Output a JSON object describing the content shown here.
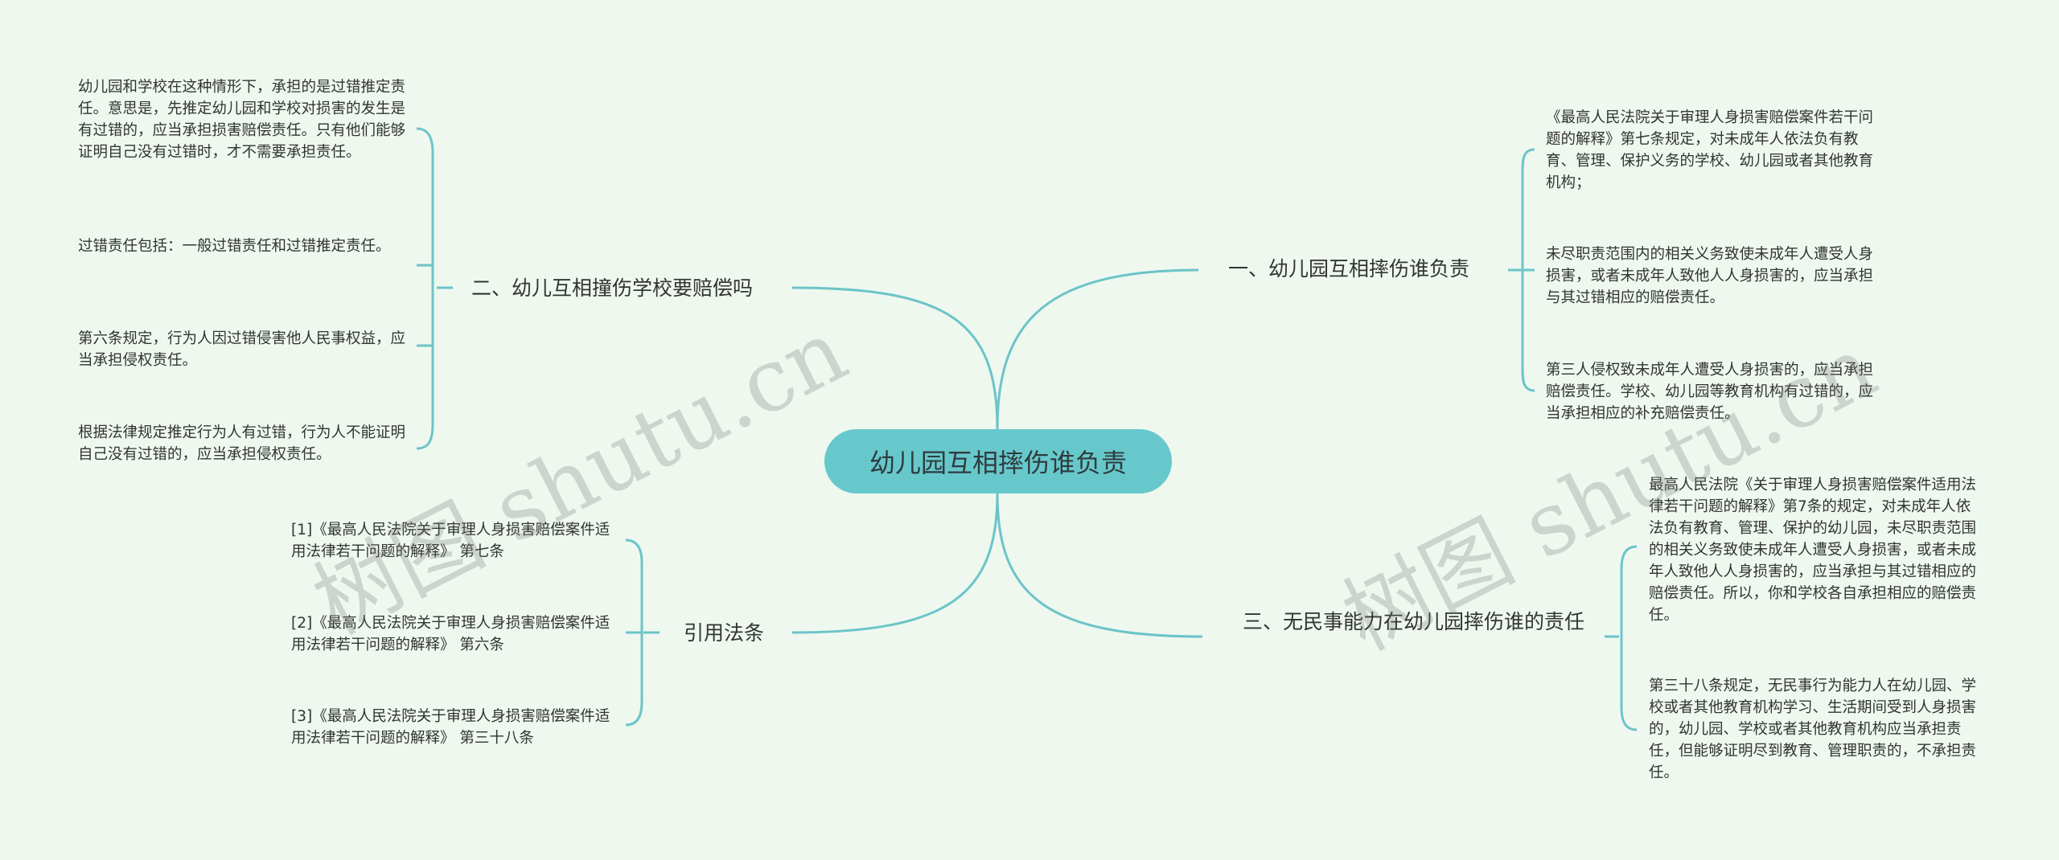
{
  "root": {
    "label": "幼儿园互相摔伤谁负责"
  },
  "branches": [
    {
      "label": "一、幼儿园互相摔伤谁负责",
      "leaves": [
        "《最高人民法院关于审理人身损害赔偿案件若干问题的解释》第七条规定，对未成年人依法负有教育、管理、保护义务的学校、幼儿园或者其他教育机构；",
        "未尽职责范围内的相关义务致使未成年人遭受人身损害，或者未成年人致他人人身损害的，应当承担与其过错相应的赔偿责任。",
        "第三人侵权致未成年人遭受人身损害的，应当承担赔偿责任。学校、幼儿园等教育机构有过错的，应当承担相应的补充赔偿责任。"
      ]
    },
    {
      "label": "二、幼儿互相撞伤学校要赔偿吗",
      "leaves": [
        "幼儿园和学校在这种情形下，承担的是过错推定责任。意思是，先推定幼儿园和学校对损害的发生是有过错的，应当承担损害赔偿责任。只有他们能够证明自己没有过错时，才不需要承担责任。",
        "过错责任包括：一般过错责任和过错推定责任。",
        "第六条规定，行为人因过错侵害他人民事权益，应当承担侵权责任。",
        "根据法律规定推定行为人有过错，行为人不能证明自己没有过错的，应当承担侵权责任。"
      ]
    },
    {
      "label": "三、无民事能力在幼儿园摔伤谁的责任",
      "leaves": [
        "最高人民法院《关于审理人身损害赔偿案件适用法律若干问题的解释》第7条的规定，对未成年人依法负有教育、管理、保护的幼儿园，未尽职责范围的相关义务致使未成年人遭受人身损害，或者未成年人致他人人身损害的，应当承担与其过错相应的赔偿责任。所以，你和学校各自承担相应的赔偿责任。",
        "第三十八条规定，无民事行为能力人在幼儿园、学校或者其他教育机构学习、生活期间受到人身损害的，幼儿园、学校或者其他教育机构应当承担责任，但能够证明尽到教育、管理职责的，不承担责任。"
      ]
    },
    {
      "label": "引用法条",
      "leaves": [
        "[1]《最高人民法院关于审理人身损害赔偿案件适用法律若干问题的解释》 第七条",
        "[2]《最高人民法院关于审理人身损害赔偿案件适用法律若干问题的解释》 第六条",
        "[3]《最高人民法院关于审理人身损害赔偿案件适用法律若干问题的解释》 第三十八条"
      ]
    }
  ],
  "watermarks": [
    "树图 shutu.cn",
    "树图 shutu.cn"
  ],
  "colors": {
    "background": "#eef8ef",
    "root_fill": "#67c8cc",
    "connector": "#6cc4c8"
  }
}
